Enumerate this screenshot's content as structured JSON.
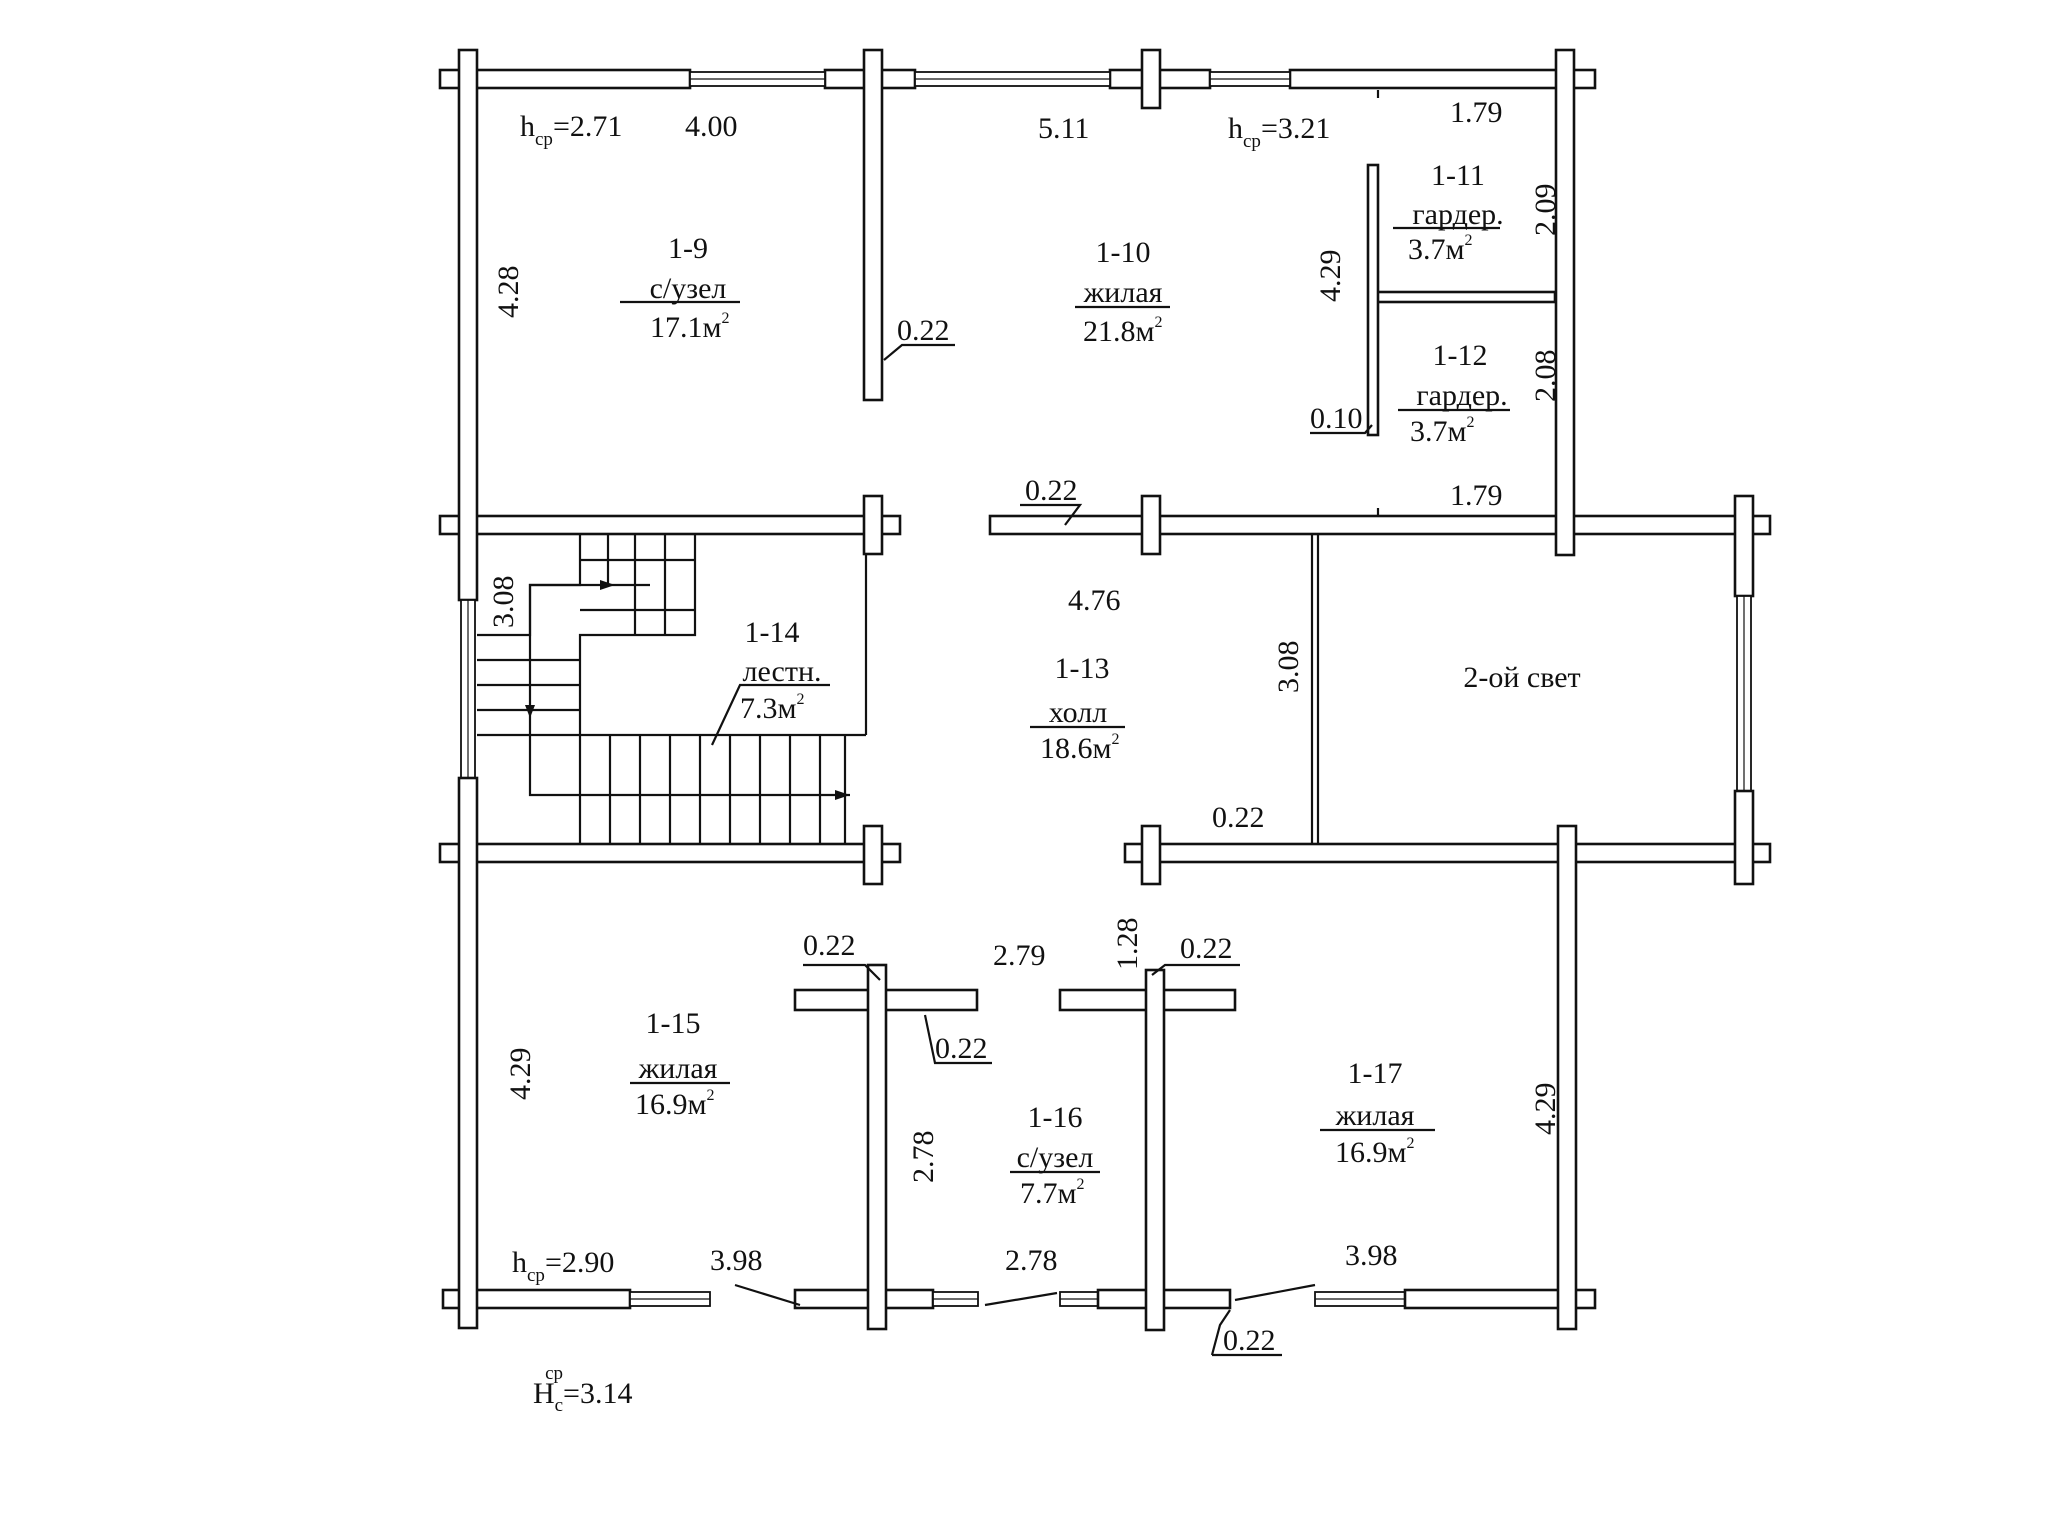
{
  "rooms": [
    {
      "id": "1-9",
      "name": "с/узел",
      "area": "17.1",
      "unit": "м"
    },
    {
      "id": "1-10",
      "name": "жилая",
      "area": "21.8",
      "unit": "м"
    },
    {
      "id": "1-11",
      "name": "гардер.",
      "area": "3.7",
      "unit": "м"
    },
    {
      "id": "1-12",
      "name": "гардер.",
      "area": "3.7",
      "unit": "м"
    },
    {
      "id": "1-13",
      "name": "холл",
      "area": "18.6",
      "unit": "м"
    },
    {
      "id": "1-14",
      "name": "лестн.",
      "area": "7.3",
      "unit": "м"
    },
    {
      "id": "1-15",
      "name": "жилая",
      "area": "16.9",
      "unit": "м"
    },
    {
      "id": "1-16",
      "name": "с/узел",
      "area": "7.7",
      "unit": "м"
    },
    {
      "id": "1-17",
      "name": "жилая",
      "area": "16.9",
      "unit": "м"
    }
  ],
  "area_sup": "2",
  "double_height_label": "2-ой свет",
  "dims": {
    "d400": "4.00",
    "d511": "5.11",
    "d179a": "1.79",
    "d179b": "1.79",
    "d428": "4.28",
    "d429a": "4.29",
    "d209": "2.09",
    "d208": "2.08",
    "d022a": "0.22",
    "d010": "0.10",
    "d022b": "0.22",
    "d476": "4.76",
    "d308a": "3.08",
    "d308b": "3.08",
    "d022c": "0.22",
    "d022d": "0.22",
    "d279": "2.79",
    "d128": "1.28",
    "d022e": "0.22",
    "d022f": "0.22",
    "d429b": "4.29",
    "d278a": "2.78",
    "d429c": "4.29",
    "d398a": "3.98",
    "d278b": "2.78",
    "d398b": "3.98",
    "d022g": "0.22"
  },
  "heights": {
    "h1": {
      "base": "h",
      "sub": "ср",
      "val": "=2.71"
    },
    "h2": {
      "base": "h",
      "sub": "ср",
      "val": "=3.21"
    },
    "h3": {
      "base": "h",
      "sub": "ср",
      "val": "=2.90"
    },
    "hc": {
      "base": "H",
      "sub": "с",
      "sup": "ср",
      "val": "=3.14"
    }
  }
}
